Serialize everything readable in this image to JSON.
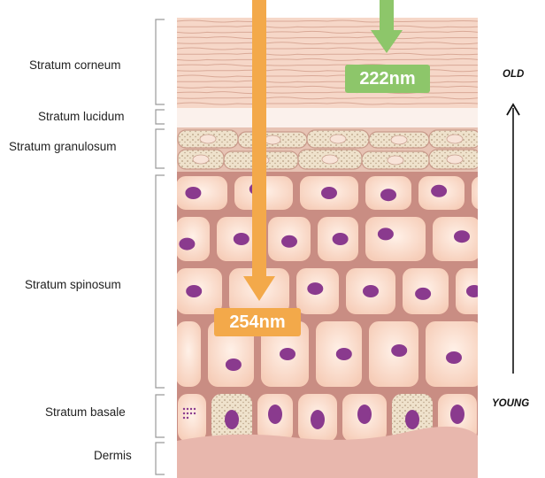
{
  "layers": [
    {
      "name": "Stratum corneum"
    },
    {
      "name": "Stratum lucidum"
    },
    {
      "name": "Stratum granulosum"
    },
    {
      "name": "Stratum spinosum"
    },
    {
      "name": "Stratum basale"
    },
    {
      "name": "Dermis"
    }
  ],
  "penetration": {
    "short": {
      "label": "222nm",
      "color": "#8dc66a"
    },
    "long": {
      "label": "254nm",
      "color": "#f3a94a"
    }
  },
  "age_axis": {
    "top": "OLD",
    "bottom": "YOUNG"
  },
  "colors": {
    "corneum": "#f7d6c6",
    "cell_fill": "#f9d9c7",
    "cell_border": "#c98d83",
    "nucleus": "#8a3a8e",
    "dermis": "#e8b7ad",
    "bracket": "#999999"
  }
}
